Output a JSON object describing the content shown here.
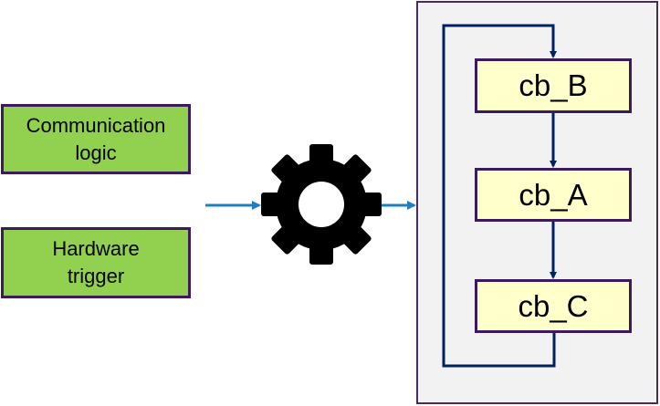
{
  "triggers": [
    {
      "line1": "Communication",
      "line2": "logic"
    },
    {
      "line1": "Hardware",
      "line2": "trigger"
    }
  ],
  "callbacks": [
    "cb_B",
    "cb_A",
    "cb_C"
  ],
  "colors": {
    "trigger_fill": "#92d050",
    "callback_fill": "#ffffcc",
    "box_border": "#3d1a5c",
    "panel_fill": "#f2f2f2",
    "loop_arrow": "#002060",
    "input_arrow": "#1f7fc0"
  },
  "icons": {
    "scheduler": "gear-icon"
  }
}
